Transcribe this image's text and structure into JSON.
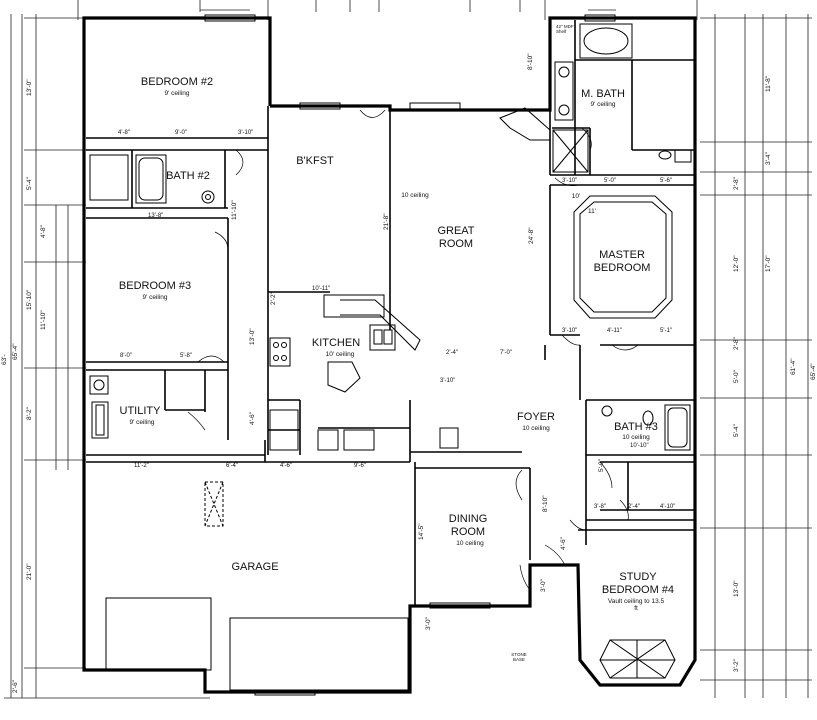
{
  "rooms": {
    "bedroom2": {
      "name": "BEDROOM #2",
      "ceiling": "9' ceiling"
    },
    "bath2": {
      "name": "BATH #2"
    },
    "bedroom3": {
      "name": "BEDROOM #3",
      "ceiling": "9' ceiling"
    },
    "utility": {
      "name": "UTILITY",
      "ceiling": "9' ceiling"
    },
    "bkfst": {
      "name": "B'KFST"
    },
    "kitchen": {
      "name": "KITCHEN",
      "ceiling": "10' ceiling"
    },
    "great_room": {
      "name": "GREAT ROOM",
      "ceiling": "10 ceiling"
    },
    "master_bath": {
      "name": "M. BATH",
      "ceiling": "9' ceiling"
    },
    "master_bedroom": {
      "name": "MASTER BEDROOM",
      "ceiling_a": "10'",
      "ceiling_b": "11'"
    },
    "foyer": {
      "name": "FOYER",
      "ceiling": "10 ceiling"
    },
    "bath3": {
      "name": "BATH #3",
      "ceiling": "10 ceiling"
    },
    "dining": {
      "name": "DINING ROOM",
      "ceiling": "10 ceiling"
    },
    "study": {
      "name": "STUDY BEDROOM #4",
      "ceiling": "Vault ceiling to 13.5 ft"
    },
    "garage": {
      "name": "GARAGE"
    }
  },
  "notes": {
    "mdf_shelf": "42\" MDF Shelf",
    "stone_base": "STONE BASE"
  },
  "dims_left": [
    "13'-0\"",
    "5'-4\"",
    "4'-8\"",
    "15'-10\"",
    "11'-10\"",
    "8'-2\"",
    "21'-0\"",
    "2'-6\"",
    "65'-4\"",
    "63'-"
  ],
  "dims_right": [
    "11'-8\"",
    "3'-4\"",
    "2'-8\"",
    "17'-0\"",
    "12'-0\"",
    "5'-0\"",
    "5'-4\"",
    "2'-8\"",
    "13'-0\"",
    "3'-2\"",
    "61'-4\"",
    "65'-4\""
  ],
  "dims_inner": [
    "4'-8\"",
    "9'-0\"",
    "3'-10\"",
    "13'-8\"",
    "8'-0\"",
    "5'-8\"",
    "11'-2\"",
    "6'-4\"",
    "4'-6\"",
    "9'-6\"",
    "10'-11\"",
    "21'-8\"",
    "24'-8\"",
    "7'-0\"",
    "3'-10\"",
    "2'-4\"",
    "3'-10\"",
    "5'-0\"",
    "5'-6\"",
    "3'-10\"",
    "4'-11\"",
    "5'-1\"",
    "10'-10\"",
    "3'-8\"",
    "2'-4\"",
    "4'-10\"",
    "14'-5\"",
    "8'-10\"",
    "11'-10\"",
    "13'-0\"",
    "4'-6\"",
    "8'-10\"",
    "4'-6\"",
    "3'-0\"",
    "5'-0\"",
    "3'-0\"",
    "2'-2\""
  ]
}
